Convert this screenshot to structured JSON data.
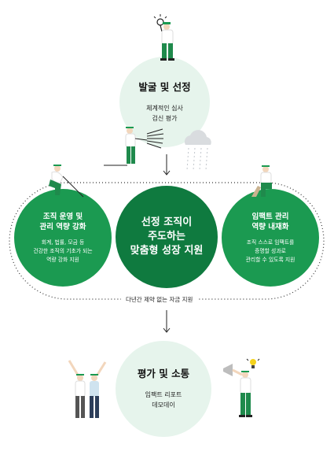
{
  "top": {
    "title": "발굴 및 선정",
    "subtitle_line1": "체계적인 심사",
    "subtitle_line2": "검신 평가"
  },
  "left": {
    "title_line1": "조직 운영 및",
    "title_line2": "관리 역량 강화",
    "desc": "회계, 법률, 모금 등\n건강한 조직의 기초가 되는\n역량 강화 지원"
  },
  "center": {
    "title": "선정 조직이\n주도하는\n맞춤형 성장 지원"
  },
  "right": {
    "title_line1": "임팩트 관리",
    "title_line2": "역량 내재화",
    "desc": "조직 스스로 임팩트를\n증명할 성과로\n관리할 수 있도록 지원"
  },
  "band_label": "다년간 제약 없는 자금 지원",
  "bottom": {
    "title": "평가 및 소통",
    "subtitle_line1": "임팩트 리포트",
    "subtitle_line2": "데모데이"
  },
  "colors": {
    "light_green": "#e6f4ec",
    "green": "#1b9a51",
    "dark_green": "#0f7a3f",
    "figure_pants": "#1f8a4c"
  }
}
